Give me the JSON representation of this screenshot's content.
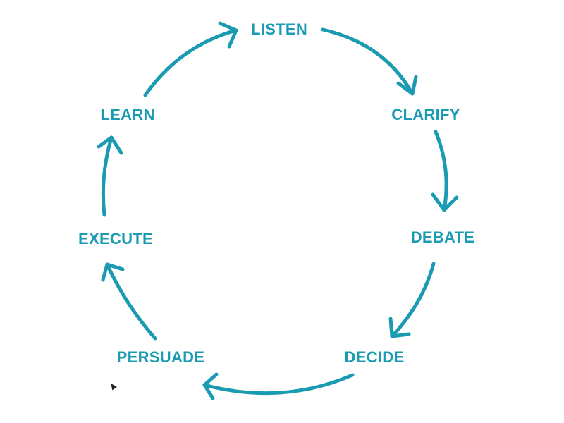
{
  "colors": {
    "accent": "#1b9bb2",
    "background": "#ffffff"
  },
  "cycle": {
    "nodes": [
      {
        "id": "listen",
        "label": "LISTEN"
      },
      {
        "id": "clarify",
        "label": "CLARIFY"
      },
      {
        "id": "debate",
        "label": "DEBATE"
      },
      {
        "id": "decide",
        "label": "DECIDE"
      },
      {
        "id": "persuade",
        "label": "PERSUADE"
      },
      {
        "id": "execute",
        "label": "EXECUTE"
      },
      {
        "id": "learn",
        "label": "LEARN"
      }
    ]
  }
}
